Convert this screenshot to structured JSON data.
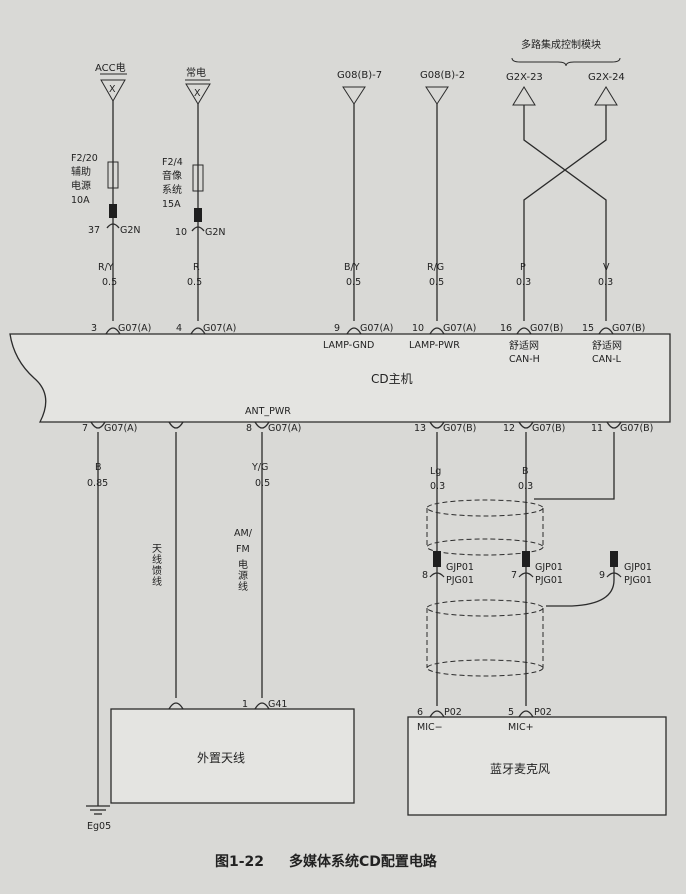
{
  "top": {
    "acc_label": "ACC电",
    "const_label": "常电",
    "g08_7": "G08(B)-7",
    "g08_2": "G08(B)-2",
    "module_label": "多路集成控制模块",
    "g2x23": "G2X-23",
    "g2x24": "G2X-24",
    "x_mark": "X"
  },
  "fuses": {
    "f1": [
      "F2/20",
      "辅助",
      "电源",
      "10A"
    ],
    "f2": [
      "F2/4",
      "音像",
      "系统",
      "15A"
    ]
  },
  "g2n": {
    "p37": "37",
    "p10": "10",
    "conn": "G2N"
  },
  "wires_top": [
    {
      "color": "R/Y",
      "size": "0.5"
    },
    {
      "color": "R",
      "size": "0.5"
    },
    {
      "color": "B/Y",
      "size": "0.5"
    },
    {
      "color": "R/G",
      "size": "0.5"
    },
    {
      "color": "P",
      "size": "0.3"
    },
    {
      "color": "V",
      "size": "0.3"
    }
  ],
  "cd_top_pins": [
    {
      "pin": "3",
      "conn": "G07(A)",
      "name": ""
    },
    {
      "pin": "4",
      "conn": "G07(A)",
      "name": ""
    },
    {
      "pin": "9",
      "conn": "G07(A)",
      "name": "LAMP-GND"
    },
    {
      "pin": "10",
      "conn": "G07(A)",
      "name": "LAMP-PWR"
    },
    {
      "pin": "16",
      "conn": "G07(B)",
      "name": "舒适网",
      "name2": "CAN-H"
    },
    {
      "pin": "15",
      "conn": "G07(B)",
      "name": "舒适网",
      "name2": "CAN-L"
    }
  ],
  "cd_label": "CD主机",
  "cd_bottom_pins": [
    {
      "pin": "7",
      "conn": "G07(A)"
    },
    {
      "pin": "8",
      "conn": "G07(A)",
      "name": "ANT_PWR"
    },
    {
      "pin": "13",
      "conn": "G07(B)"
    },
    {
      "pin": "12",
      "conn": "G07(B)"
    },
    {
      "pin": "11",
      "conn": "G07(B)"
    }
  ],
  "wires_bottom": [
    {
      "color": "B",
      "size": "0.85"
    },
    {
      "color": "Y/G",
      "size": "0.5"
    },
    {
      "color": "Lg",
      "size": "0.3"
    },
    {
      "color": "B",
      "size": "0.3"
    }
  ],
  "vertical_labels": {
    "feeder": "天线馈线",
    "amfm_1": "AM/",
    "amfm_2": "FM",
    "amfm_3": "电源线"
  },
  "gjp": [
    {
      "pin": "8",
      "c1": "GJP01",
      "c2": "PJG01"
    },
    {
      "pin": "7",
      "c1": "GJP01",
      "c2": "PJG01"
    },
    {
      "pin": "9",
      "c1": "GJP01",
      "c2": "PJG01"
    }
  ],
  "antenna": {
    "pin": "1",
    "conn": "G41",
    "label": "外置天线"
  },
  "mic": {
    "pin6": "6",
    "pin5": "5",
    "conn": "P02",
    "mic_minus": "MIC−",
    "mic_plus": "MIC+",
    "label": "蓝牙麦克风"
  },
  "ground": "Eg05",
  "caption": {
    "num": "图1-22",
    "text": "多媒体系统CD配置电路"
  }
}
